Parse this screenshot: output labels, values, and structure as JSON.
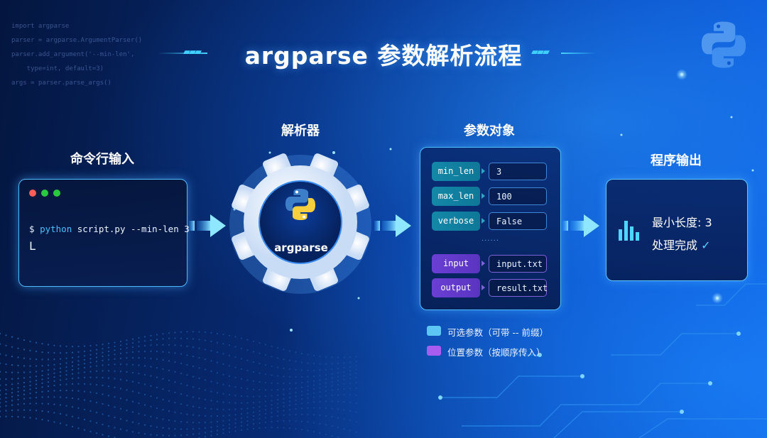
{
  "code_snippet": "import argparse\nparser = argparse.ArgumentParser()\nparser.add_argument('--min-len',\n    type=int, default=3)\nargs = parser.parse_args()",
  "title": "argparse 参数解析流程",
  "stages": {
    "input": "命令行输入",
    "parser": "解析器",
    "args": "参数对象",
    "output": "程序输出"
  },
  "terminal": {
    "prompt": "$ ",
    "command": "python",
    "rest": " script.py --min-len 3",
    "cursor": "L"
  },
  "gear_label": "argparse",
  "params": {
    "optional": [
      {
        "key": "min_len",
        "value": "3"
      },
      {
        "key": "max_len",
        "value": "100"
      },
      {
        "key": "verbose",
        "value": "False"
      }
    ],
    "separator": "······",
    "positional": [
      {
        "key": "input",
        "value": "input.txt"
      },
      {
        "key": "output",
        "value": "result.txt"
      }
    ]
  },
  "output": {
    "line1": "最小长度: 3",
    "line2": "处理完成",
    "check": "✓"
  },
  "legend": {
    "optional": "可选参数（可带 -- 前缀）",
    "positional": "位置参数（按顺序传入）"
  },
  "colors": {
    "optional_swatch": "#5ec6f5",
    "positional_swatch": "#a95cf0",
    "accent": "#43d4ff"
  },
  "icons": {
    "top_right": "python-logo-icon",
    "gear_logo": "python-logo-icon",
    "output": "bar-chart-icon"
  }
}
